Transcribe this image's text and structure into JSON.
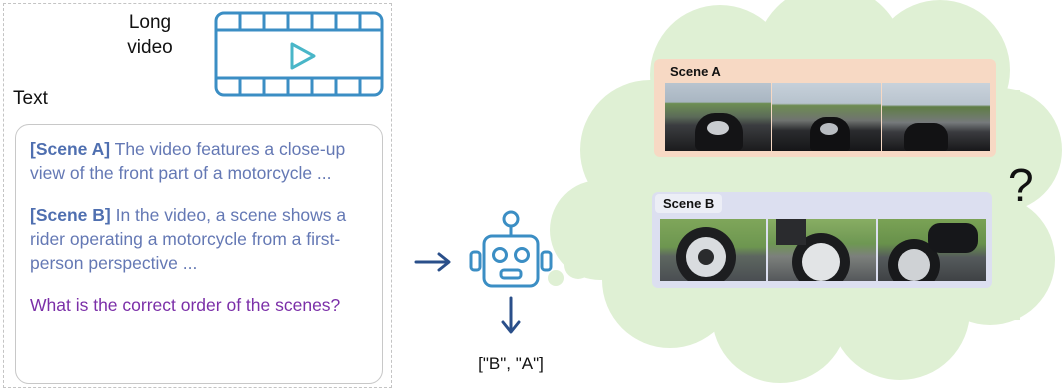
{
  "input": {
    "video_label_line1": "Long",
    "video_label_line2": "video",
    "text_label": "Text",
    "scene_a_tag": "[Scene A]",
    "scene_a_text": " The video features a close-up view of the front part of a motorcycle ...",
    "scene_b_tag": "[Scene B]",
    "scene_b_text": "  In the video, a scene shows a rider operating a motorcycle from a first-person perspective ...",
    "question": "What is the correct order of the scenes?"
  },
  "model": {
    "icon": "robot-icon",
    "output": "[\"B\", \"A\"]"
  },
  "thought_cloud": {
    "scene_a_label": "Scene A",
    "scene_b_label": "Scene B",
    "question_mark": "?"
  },
  "colors": {
    "accent_blue": "#3b8ec4",
    "scene_text": "#6478b4",
    "question_text": "#7b2fa8",
    "cloud_fill": "#dff0d4",
    "scene_a_bg": "#f7d9c4",
    "scene_b_bg": "#dcdff0"
  }
}
